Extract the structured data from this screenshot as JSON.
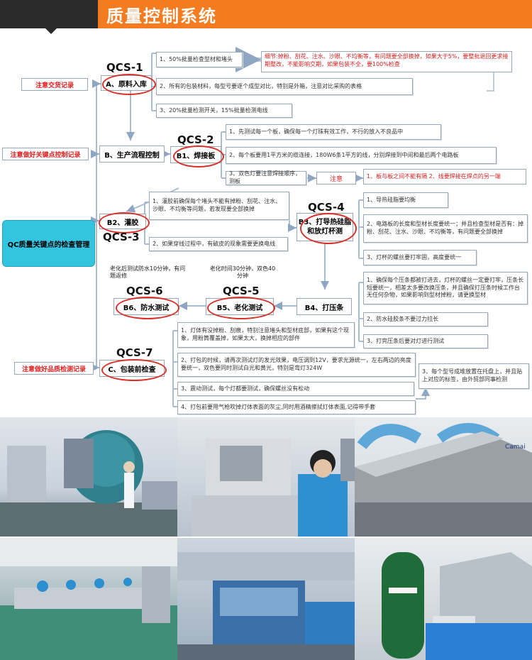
{
  "header": {
    "title": "质量控制系统"
  },
  "center": {
    "label": "QC质量关键点的检查管理"
  },
  "stages": {
    "a": {
      "qcs": "QCS-1",
      "label": "A、原料入库",
      "note": "注意交货记录"
    },
    "b": {
      "label": "B、生产流程控制",
      "note": "注意做好关键点控制记录"
    },
    "b1": {
      "qcs": "QCS-2",
      "label": "B1、焊接板"
    },
    "b2": {
      "qcs": "QCS-3",
      "label": "B2、灌胶"
    },
    "b3": {
      "qcs": "QCS-4",
      "label": "B3、打导热硅脂和放灯杯测"
    },
    "b4": {
      "label": "B4、打压条"
    },
    "b5": {
      "qcs": "QCS-5",
      "label": "B5、老化测试",
      "note": "老化时间30分钟，双色40分钟"
    },
    "b6": {
      "qcs": "QCS-6",
      "label": "B6、防水测试",
      "note": "老化后测试防水10分钟，有问题返修"
    },
    "c": {
      "qcs": "QCS-7",
      "label": "C、包装前检查",
      "note": "注意做好品质检测记录"
    }
  },
  "a_items": [
    "1、50%批量检查型材和堵头",
    "2、所有的包装材料，每型号要逐个成型对比，特别是外箱，注意对比采购的表格",
    "3、20%批量检测开关，15%批量检测电线"
  ],
  "a_detail": "细节:掉粉、刮花、注水、沙眼、不均衡等，有问题要全部换掉，如果大于5%，要整批退回更求接期整改，不能影响交期，如果包装不全，要100%检查",
  "b1_items": [
    "1、先测试每一个板，确保每一个灯珠有效工作，不行的放入不良品中",
    "2、每个板要用1平方米的缆连接，180W6条1平方的线，分别焊接到中间和最后两个电路板",
    "3、双色灯要注意焊接顺序，测板"
  ],
  "b1_caution": "注意",
  "b1_warning": "1、板与板之间不能有隔 2、线要焊接在焊点的另一端",
  "b2_items": [
    "1、灌胶前确保每个堵头不能有掉粉、刮花、注水、沙眼、不均衡等问题，若发现要全部换掉",
    "2、如果穿线过程中，有破皮的现象需要更换电线"
  ],
  "b3_items": [
    "1、导热硅脂要均衡",
    "2、电路板的长度和型材长度要统一；并且检查型材是否有：掉粉、刮花、注水、沙眼、不均衡等，有问题要全部换掉",
    "3、灯杯的螺丝要打牢固，高度要统一"
  ],
  "b4_items": [
    "1、确保每个压条都被打进去，灯杯的螺丝一定要打牢，压条长短要统一，相差太多要改换压条，并且确保打压条时候工作台无任何杂物，如果影响到型材掉粉，请更换型材",
    "2、防水硅胶条不要过力拉长",
    "3、打完压条后要对灯进行测试"
  ],
  "c_items": [
    "1、灯体有没掉粉、刮痕，特别注意堵头和型材底部，如果有这个现象，用粉筒覆盖掉，如果太大，换掉相应的部件",
    "2、打包的时候，请再次测试灯的发光效果，电压调到12V，要求光源统一，左右两边的亮度要统一，双色要同时测试白光和黄光，特别是弯灯324W",
    "3、震动测试，每个灯都要测试，确保螺丝没有松动",
    "4、打包前要用气枪吹掉灯体表面的灰尘,同时用酒精擦拭灯体表面,记得带手套"
  ],
  "c_side": "3、每个型号成堆放置在托盘上，并且贴上对应的标签，由外贸部同事检测",
  "photos": [
    {
      "name": "photo-lab-sphere",
      "desc": "integrating sphere lab"
    },
    {
      "name": "photo-assembly-worker",
      "desc": "worker at assembly bench"
    },
    {
      "name": "photo-reflow-oven",
      "desc": "reflow oven machine"
    },
    {
      "name": "photo-production-line",
      "desc": "production line"
    },
    {
      "name": "photo-smt-machine",
      "desc": "smt machine"
    },
    {
      "name": "photo-tank-equipment",
      "desc": "green tank equipment"
    }
  ],
  "oven_brand": "Camai",
  "colors": {
    "accent": "#f47b20",
    "red": "#d9302a",
    "cyan": "#33c4e0",
    "arrow": "#9ab0c8"
  }
}
